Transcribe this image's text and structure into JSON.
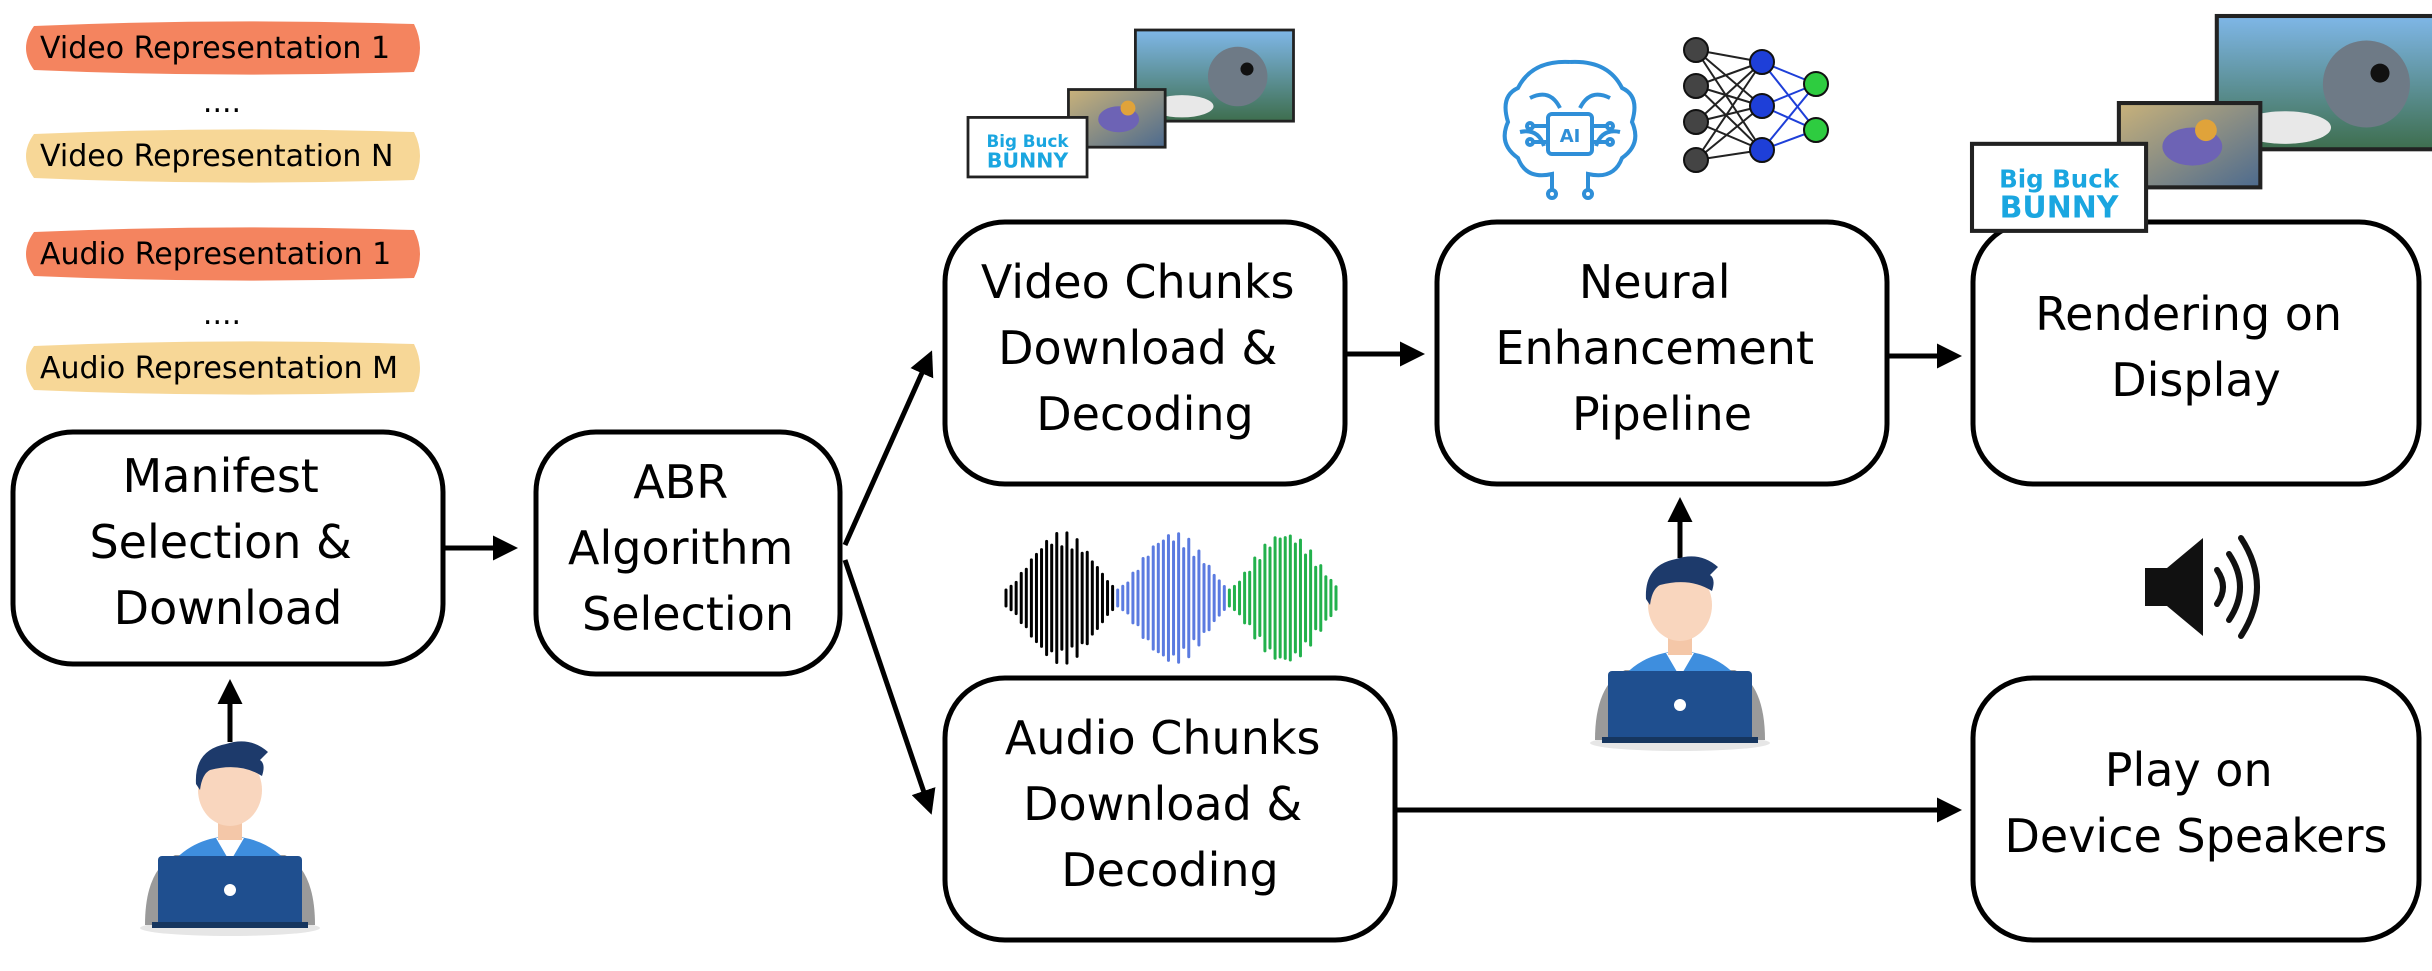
{
  "representations": [
    {
      "label": "Video Representation 1",
      "color": "#F4845F"
    },
    {
      "label": "....",
      "color": ""
    },
    {
      "label": "Video Representation N",
      "color": "#F7D797"
    },
    {
      "label": "Audio Representation 1",
      "color": "#F4845F"
    },
    {
      "label": "....",
      "color": ""
    },
    {
      "label": "Audio Representation M",
      "color": "#F7D797"
    }
  ],
  "boxes": {
    "manifest": [
      "Manifest",
      "Selection &",
      "Download"
    ],
    "abr": [
      "ABR",
      "Algorithm",
      "Selection"
    ],
    "video_chunks": [
      "Video Chunks",
      "Download &",
      "Decoding"
    ],
    "audio_chunks": [
      "Audio Chunks",
      "Download &",
      "Decoding"
    ],
    "neural": [
      "Neural",
      "Enhancement",
      "Pipeline"
    ],
    "rendering": [
      "Rendering on",
      "Display"
    ],
    "play": [
      "Play on",
      "Device Speakers"
    ]
  },
  "logo": {
    "line1": "Big Buck",
    "line2": "BUNNY"
  },
  "ai_chip": "AI",
  "colors": {
    "logo_blue": "#1AA6E0",
    "ai_blue": "#2F8FD8",
    "waveform": [
      "#000000",
      "#5B7BE0",
      "#22B14C"
    ],
    "nn_nodes": [
      "#444444",
      "#1E3FD8",
      "#2ECC40"
    ],
    "user_shirt": "#3E8EDE",
    "user_laptop": "#1F4F8F",
    "user_hair": "#1D3A6B"
  },
  "icons": [
    "person-laptop-icon",
    "thumbnail-stack-icon",
    "ai-brain-icon",
    "neural-network-icon",
    "audio-waveform-icon",
    "speaker-icon"
  ]
}
